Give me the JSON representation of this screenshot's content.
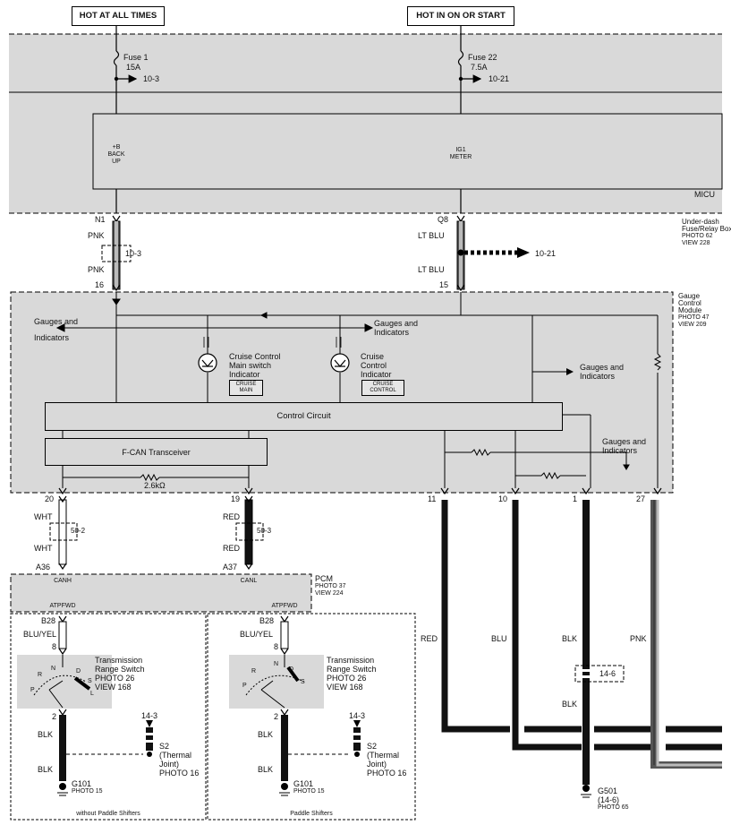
{
  "headers": {
    "hot_always": "HOT AT ALL TIMES",
    "hot_on_start": "HOT IN ON OR START"
  },
  "fuses": {
    "fuse1_name": "Fuse 1",
    "fuse1_amp": "15A",
    "fuse1_ref": "10-3",
    "fuse22_name": "Fuse 22",
    "fuse22_amp": "7.5A",
    "fuse22_ref": "10-21"
  },
  "micu": {
    "label": "MICU",
    "backup_lines": [
      "+B",
      "BACK",
      "UP"
    ],
    "ig1_lines": [
      "IG1",
      "METER"
    ]
  },
  "fuse_relay_box": {
    "lines": [
      "Under-dash",
      "Fuse/Relay Box",
      "PHOTO 62",
      "VIEW 228"
    ]
  },
  "pnk_circuit": {
    "pin_top": "N1",
    "color_top": "PNK",
    "splice": "10-3",
    "color_bottom": "PNK",
    "pin_bottom": "16"
  },
  "ltblu_circuit": {
    "pin_top": "Q8",
    "color_top": "LT BLU",
    "branch_ref": "10-21",
    "color_bottom": "LT BLU",
    "pin_bottom": "15"
  },
  "gauge_module": {
    "lines": [
      "Gauge",
      "Control",
      "Module",
      "PHOTO 47",
      "VIEW 209"
    ],
    "gauges_left": [
      "Gauges and",
      "Indicators"
    ],
    "gauges_mid": [
      "Gauges and",
      "Indicators"
    ],
    "gauges_right": [
      "Gauges and",
      "Indicators"
    ],
    "gauges_lower": [
      "Gauges and",
      "Indicators"
    ],
    "cruise_main_lines": [
      "Cruise Control",
      "Main switch",
      "Indicator"
    ],
    "cruise_main_tag": [
      "CRUISE",
      "MAIN"
    ],
    "cruise_ctrl_lines": [
      "Cruise",
      "Control",
      "Indicator"
    ],
    "cruise_ctrl_tag": [
      "CRUISE",
      "CONTROL"
    ],
    "control_circuit": "Control Circuit",
    "transceiver": "F-CAN Transceiver",
    "resistor": "2.6kΩ"
  },
  "module_pins": {
    "p20": "20",
    "p19": "19",
    "p11": "11",
    "p10": "10",
    "p1": "1",
    "p27": "27"
  },
  "can_wires": {
    "wht_color": "WHT",
    "wht_splice": "50-2",
    "wht_pin": "A36",
    "red_color": "RED",
    "red_splice": "50-3",
    "red_pin": "A37"
  },
  "pcm": {
    "label": "PCM",
    "photo": "PHOTO 37",
    "view": "VIEW 224",
    "canh": "CANH",
    "canl": "CANL"
  },
  "trans_left": {
    "atpfwd": "ATPFWD",
    "pin": "B28",
    "color": "BLU/YEL",
    "pin_n": "8",
    "switch_lines": [
      "Transmission",
      "Range Switch",
      "PHOTO 26",
      "VIEW 168"
    ],
    "positions": [
      "P",
      "R",
      "N",
      "D",
      "S",
      "L"
    ],
    "pin_out": "2",
    "blk1": "BLK",
    "blk2": "BLK",
    "ground": "G101",
    "ground_photo": "PHOTO 15",
    "s2_ref": "14-3",
    "s2_lines": [
      "S2",
      "(Thermal",
      "Joint)",
      "PHOTO 16"
    ],
    "caption": "without Paddle Shifters"
  },
  "trans_right": {
    "atpfwd": "ATPFWD",
    "pin": "B28",
    "color": "BLU/YEL",
    "pin_n": "8",
    "switch_lines": [
      "Transmission",
      "Range Switch",
      "PHOTO 26",
      "VIEW 168"
    ],
    "positions": [
      "P",
      "R",
      "N",
      "D",
      "S"
    ],
    "pin_out": "2",
    "blk1": "BLK",
    "blk2": "BLK",
    "ground": "G101",
    "ground_photo": "PHOTO 15",
    "s2_ref": "14-3",
    "s2_lines": [
      "S2",
      "(Thermal",
      "Joint)",
      "PHOTO 16"
    ],
    "caption": "Paddle Shifters"
  },
  "output_wires": {
    "red": "RED",
    "blu": "BLU",
    "blk": "BLK",
    "pnk": "PNK",
    "blk_splice": "14-6",
    "blk_after": "BLK",
    "ground": "G501",
    "ground_ref": "(14-6)",
    "ground_photo": "PHOTO 65"
  }
}
